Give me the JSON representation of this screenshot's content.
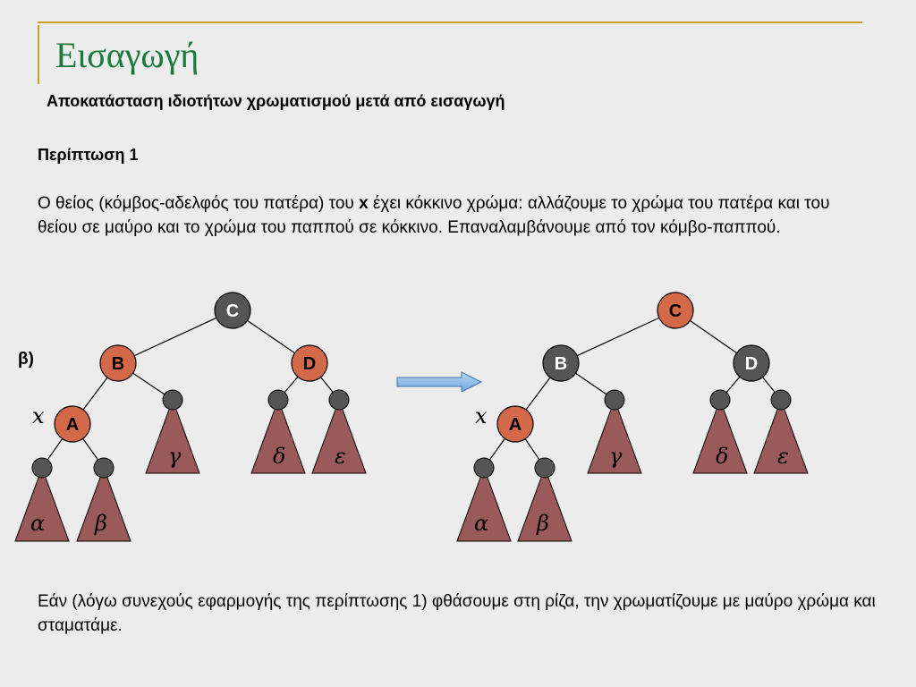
{
  "title": "Εισαγωγή",
  "subtitle": "Αποκατάσταση ιδιοτήτων χρωματισμού μετά από εισαγωγή",
  "case_heading": "Περίπτωση 1",
  "paragraph": {
    "part1": "Ο θείος (κόμβος-αδελφός του πατέρα) του ",
    "bold": "x",
    "part2": " έχει κόκκινο χρώμα: αλλάζουμε το χρώμα του πατέρα και του θείου σε μαύρο και το χρώμα του παππού σε κόκκινο. Επαναλαμβάνουμε από τον κόμβο-παππού."
  },
  "diagram_label": "β)",
  "colors": {
    "red": "#d4694a",
    "black": "#555555",
    "triangle": "#9b5a5a",
    "arrow": "#8ab8e8",
    "title": "#1a7a3c",
    "accent_line": "#c9a227"
  },
  "trees": [
    {
      "name": "before",
      "nodes": [
        {
          "id": "C",
          "label": "C",
          "color": "black"
        },
        {
          "id": "B",
          "label": "B",
          "color": "red"
        },
        {
          "id": "D",
          "label": "D",
          "color": "red"
        },
        {
          "id": "A",
          "label": "A",
          "color": "red"
        }
      ],
      "subtrees": [
        "α",
        "β",
        "γ",
        "δ",
        "ε"
      ],
      "x_label": "x"
    },
    {
      "name": "after",
      "nodes": [
        {
          "id": "C",
          "label": "C",
          "color": "red"
        },
        {
          "id": "B",
          "label": "B",
          "color": "black"
        },
        {
          "id": "D",
          "label": "D",
          "color": "black"
        },
        {
          "id": "A",
          "label": "A",
          "color": "red"
        }
      ],
      "subtrees": [
        "α",
        "β",
        "γ",
        "δ",
        "ε"
      ],
      "x_label": "x"
    }
  ],
  "footer": "Εάν (λόγω συνεχούς εφαρμογής της περίπτωσης 1) φθάσουμε στη ρίζα, την χρωματίζουμε με μαύρο χρώμα και σταματάμε."
}
